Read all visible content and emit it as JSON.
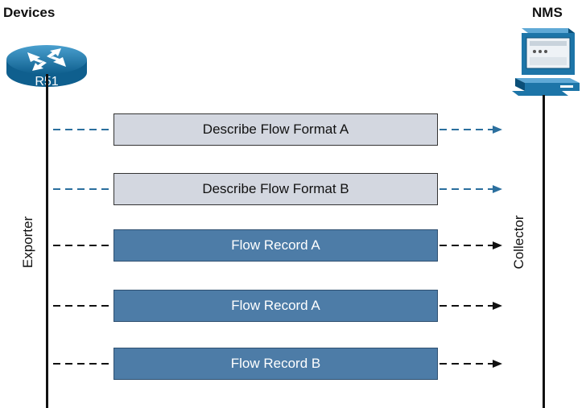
{
  "headers": {
    "devices": "Devices",
    "nms": "NMS"
  },
  "router": {
    "label": "R51"
  },
  "side_labels": {
    "exporter": "Exporter",
    "collector": "Collector"
  },
  "messages": [
    {
      "text": "Describe Flow Format A",
      "kind": "template"
    },
    {
      "text": "Describe Flow Format B",
      "kind": "template"
    },
    {
      "text": "Flow Record A",
      "kind": "record"
    },
    {
      "text": "Flow Record A",
      "kind": "record"
    },
    {
      "text": "Flow Record B",
      "kind": "record"
    }
  ],
  "colors": {
    "template_fill": "#d3d7e0",
    "record_fill": "#4d7ca7",
    "template_arrow": "#2b6f9e",
    "record_arrow": "#111111",
    "device_blue": "#1d75a8"
  }
}
